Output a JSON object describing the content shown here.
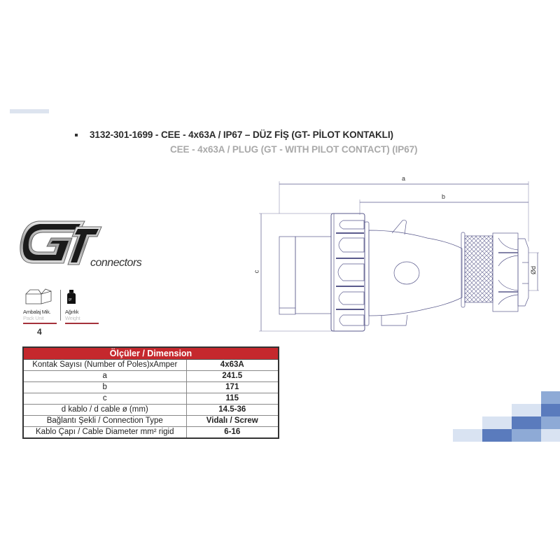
{
  "header": {
    "title": "3132-301-1699 - CEE - 4x63A / IP67 – DÜZ FİŞ (GT- PİLOT KONTAKLI)",
    "subtitle": "CEE - 4x63A / PLUG (GT - WITH PILOT CONTACT) (IP67)"
  },
  "brand": {
    "logo_letters": "GT",
    "logo_text": "connectors"
  },
  "packaging": {
    "pack_label_tr": "Ambalaj Mik.",
    "pack_label_en": "Pack Unit",
    "pack_value": "4",
    "weight_label_tr": "Ağırlık",
    "weight_label_en": "Weight",
    "weight_value": ""
  },
  "drawing": {
    "labels": {
      "a": "a",
      "b": "b",
      "c": "c",
      "d": "Ød"
    }
  },
  "dimension_table": {
    "title": "Ölçüler / Dimension",
    "rows": [
      {
        "key": "Kontak Sayısı (Number of Poles)xAmper",
        "value": "4x63A"
      },
      {
        "key": "a",
        "value": "241.5"
      },
      {
        "key": "b",
        "value": "171"
      },
      {
        "key": "c",
        "value": "115"
      },
      {
        "key": "d kablo / d cable   ø (mm)",
        "value": "14.5-36"
      },
      {
        "key": "Bağlantı Şekli / Connection Type",
        "value": "Vidalı / Screw"
      },
      {
        "key": "Kablo Çapı / Cable Diameter mm² rigid",
        "value": "6-16"
      }
    ]
  },
  "colors": {
    "accent_red": "#c5282d",
    "tile_dark": "#5a7bbd",
    "tile_mid": "#8eaad6",
    "tile_light": "#d9e3f2"
  }
}
